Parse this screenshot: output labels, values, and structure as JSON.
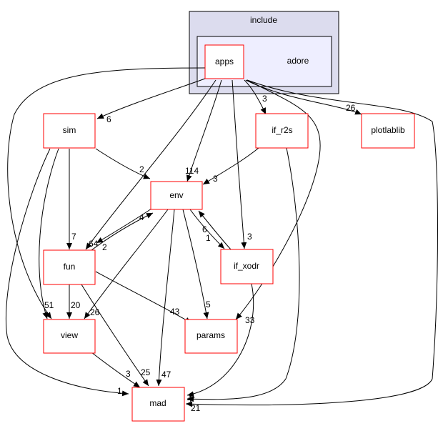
{
  "cluster": {
    "outer_label": "include",
    "inner_label": "adore"
  },
  "nodes": {
    "apps": "apps",
    "sim": "sim",
    "if_r2s": "if_r2s",
    "plotlablib": "plotlablib",
    "env": "env",
    "fun": "fun",
    "if_xodr": "if_xodr",
    "view": "view",
    "params": "params",
    "mad": "mad"
  },
  "edges": {
    "apps_sim": "6",
    "apps_if_r2s": "3",
    "apps_plotlablib": "26",
    "apps_env": "114",
    "apps_fun": "64",
    "apps_if_xodr": "3",
    "apps_params": "33",
    "apps_mad": "21",
    "apps_view": "51",
    "sim_env": "2",
    "sim_fun": "7",
    "sim_mad": "1",
    "if_r2s_env": "3",
    "if_r2s_mad": "4",
    "env_fun": "4",
    "fun_env": "2",
    "env_if_xodr": "1",
    "if_xodr_env": "6",
    "env_view": "26",
    "env_params": "5",
    "env_mad": "47",
    "fun_view": "20",
    "fun_params": "43",
    "fun_mad": "25",
    "view_mad": "3",
    "if_xodr_mad": "4"
  }
}
